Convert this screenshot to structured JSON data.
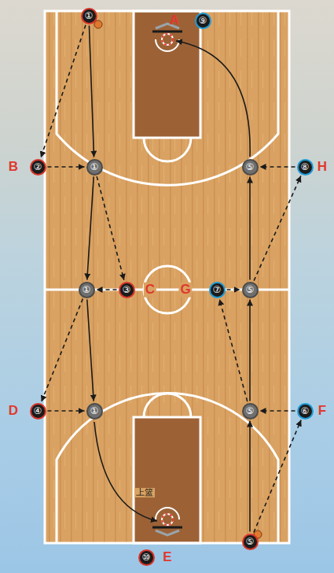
{
  "diagram": {
    "nodes": [
      {
        "text": [
          "①"
        ]
      },
      {
        "text": [
          "⑨"
        ]
      },
      {
        "text": [
          "②"
        ]
      },
      {
        "text": [
          "①"
        ]
      },
      {
        "text": [
          "⑤"
        ]
      },
      {
        "text": [
          "⑧"
        ]
      },
      {
        "text": [
          "①"
        ]
      },
      {
        "text": [
          "③"
        ]
      },
      {
        "text": [
          "⑦"
        ]
      },
      {
        "text": [
          "⑤"
        ]
      },
      {
        "text": [
          "④"
        ]
      },
      {
        "text": [
          "①"
        ]
      },
      {
        "text": [
          "⑤"
        ]
      },
      {
        "text": [
          "⑥"
        ]
      },
      {
        "text": [
          "⑩"
        ]
      },
      {
        "text": [
          "⑤"
        ]
      }
    ],
    "edges": [
      {
        "from": 0,
        "to": 3,
        "arrow": "to"
      },
      {
        "from": 0,
        "to": 2,
        "arrow": "to"
      },
      {
        "from": 2,
        "to": 3,
        "arrow": "to"
      },
      {
        "from": 3,
        "to": 6,
        "arrow": "to"
      },
      {
        "from": 3,
        "to": 7,
        "arrow": "to"
      },
      {
        "from": 7,
        "to": 6,
        "arrow": "to"
      },
      {
        "from": 6,
        "to": 11,
        "arrow": "to"
      },
      {
        "from": 6,
        "to": 10,
        "arrow": "to"
      },
      {
        "from": 10,
        "to": 11,
        "arrow": "to"
      },
      {
        "from": 15,
        "to": 12,
        "arrow": "to"
      },
      {
        "from": 15,
        "to": 13,
        "arrow": "to"
      },
      {
        "from": 13,
        "to": 12,
        "arrow": "to"
      },
      {
        "from": 12,
        "to": 9,
        "arrow": "to"
      },
      {
        "from": 12,
        "to": 8,
        "arrow": "to"
      },
      {
        "from": 8,
        "to": 9,
        "arrow": "to"
      },
      {
        "from": 9,
        "to": 4,
        "arrow": "to"
      },
      {
        "from": 9,
        "to": 5,
        "arrow": "to"
      },
      {
        "from": 5,
        "to": 4,
        "arrow": "to"
      }
    ],
    "labels": [
      "A",
      "B",
      "H",
      "C",
      "G",
      "D",
      "F",
      "上篮",
      "E"
    ]
  }
}
